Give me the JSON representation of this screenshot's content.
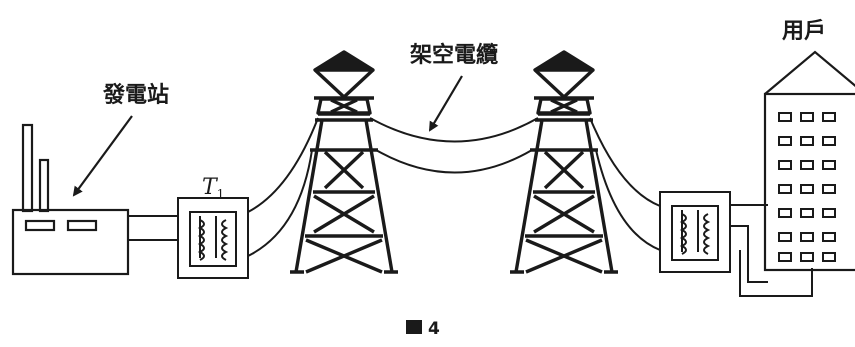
{
  "labels": {
    "power_station": "發電站",
    "overhead_cable": "架空電纜",
    "consumer": "用戶",
    "transformer_symbol": "T",
    "transformer_subscript": "1",
    "figure_number": "4"
  },
  "colors": {
    "ink": "#1a1a1a",
    "background": "#ffffff"
  }
}
